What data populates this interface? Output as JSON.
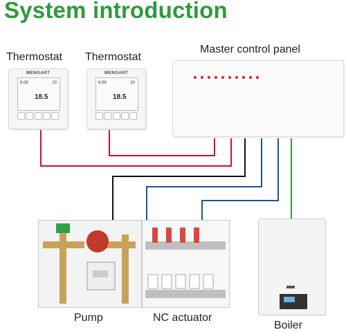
{
  "title": "System introduction",
  "labels": {
    "thermostat_1": "Thermostat",
    "thermostat_2": "Thermostat",
    "panel": "Master control panel",
    "pump": "Pump",
    "actuator": "NC actuator",
    "boiler": "Boiler"
  },
  "thermostat": {
    "brand": "WENGART",
    "temperature": "18.5",
    "clock": "6:08",
    "setpoint": "20"
  },
  "colors": {
    "title": "#2e9a3c",
    "wire_red": "#c8102e",
    "wire_black": "#111111",
    "wire_blue": "#1f4fa8",
    "wire_green": "#2e9a3c"
  }
}
